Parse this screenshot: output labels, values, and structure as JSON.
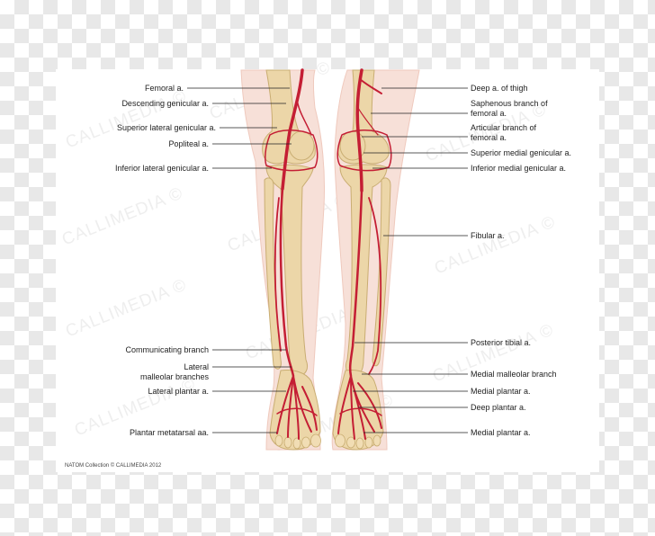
{
  "left_labels": [
    {
      "id": "femoral",
      "text": "Femoral a."
    },
    {
      "id": "descending-genicular",
      "text": "Descending genicular a."
    },
    {
      "id": "superior-lateral-genicular",
      "text": "Superior lateral genicular a."
    },
    {
      "id": "popliteal",
      "text": "Popliteal a."
    },
    {
      "id": "inferior-lateral-genicular",
      "text": "Inferior lateral genicular a."
    },
    {
      "id": "communicating-branch",
      "text": "Communicating branch"
    },
    {
      "id": "lateral-malleolar-1",
      "text": "Lateral"
    },
    {
      "id": "lateral-malleolar-2",
      "text": "malleolar branches"
    },
    {
      "id": "lateral-plantar",
      "text": "Lateral plantar a."
    },
    {
      "id": "plantar-metatarsal",
      "text": "Plantar metatarsal aa."
    }
  ],
  "right_labels": [
    {
      "id": "deep-thigh",
      "text": "Deep a. of thigh"
    },
    {
      "id": "saphenous-1",
      "text": "Saphenous branch of"
    },
    {
      "id": "saphenous-2",
      "text": "femoral a."
    },
    {
      "id": "articular-1",
      "text": "Articular branch of"
    },
    {
      "id": "articular-2",
      "text": "femoral a."
    },
    {
      "id": "superior-medial-genicular",
      "text": "Superior medial genicular a."
    },
    {
      "id": "inferior-medial-genicular",
      "text": "Inferior medial genicular a."
    },
    {
      "id": "fibular",
      "text": "Fibular a."
    },
    {
      "id": "posterior-tibial",
      "text": "Posterior tibial a."
    },
    {
      "id": "medial-malleolar",
      "text": "Medial malleolar branch"
    },
    {
      "id": "medial-plantar-1",
      "text": "Medial plantar a."
    },
    {
      "id": "deep-plantar",
      "text": "Deep plantar a."
    },
    {
      "id": "medial-plantar-2",
      "text": "Medial plantar a."
    }
  ],
  "credit": "NATOM Collection © CALLIMEDIA 2012",
  "watermark": "CALLIMEDIA ©",
  "colors": {
    "artery": "#c41e34",
    "bone": "#ead4a6",
    "bone_outline": "#c9ad72",
    "skin": "#f5d9d0",
    "leader": "#222222"
  }
}
